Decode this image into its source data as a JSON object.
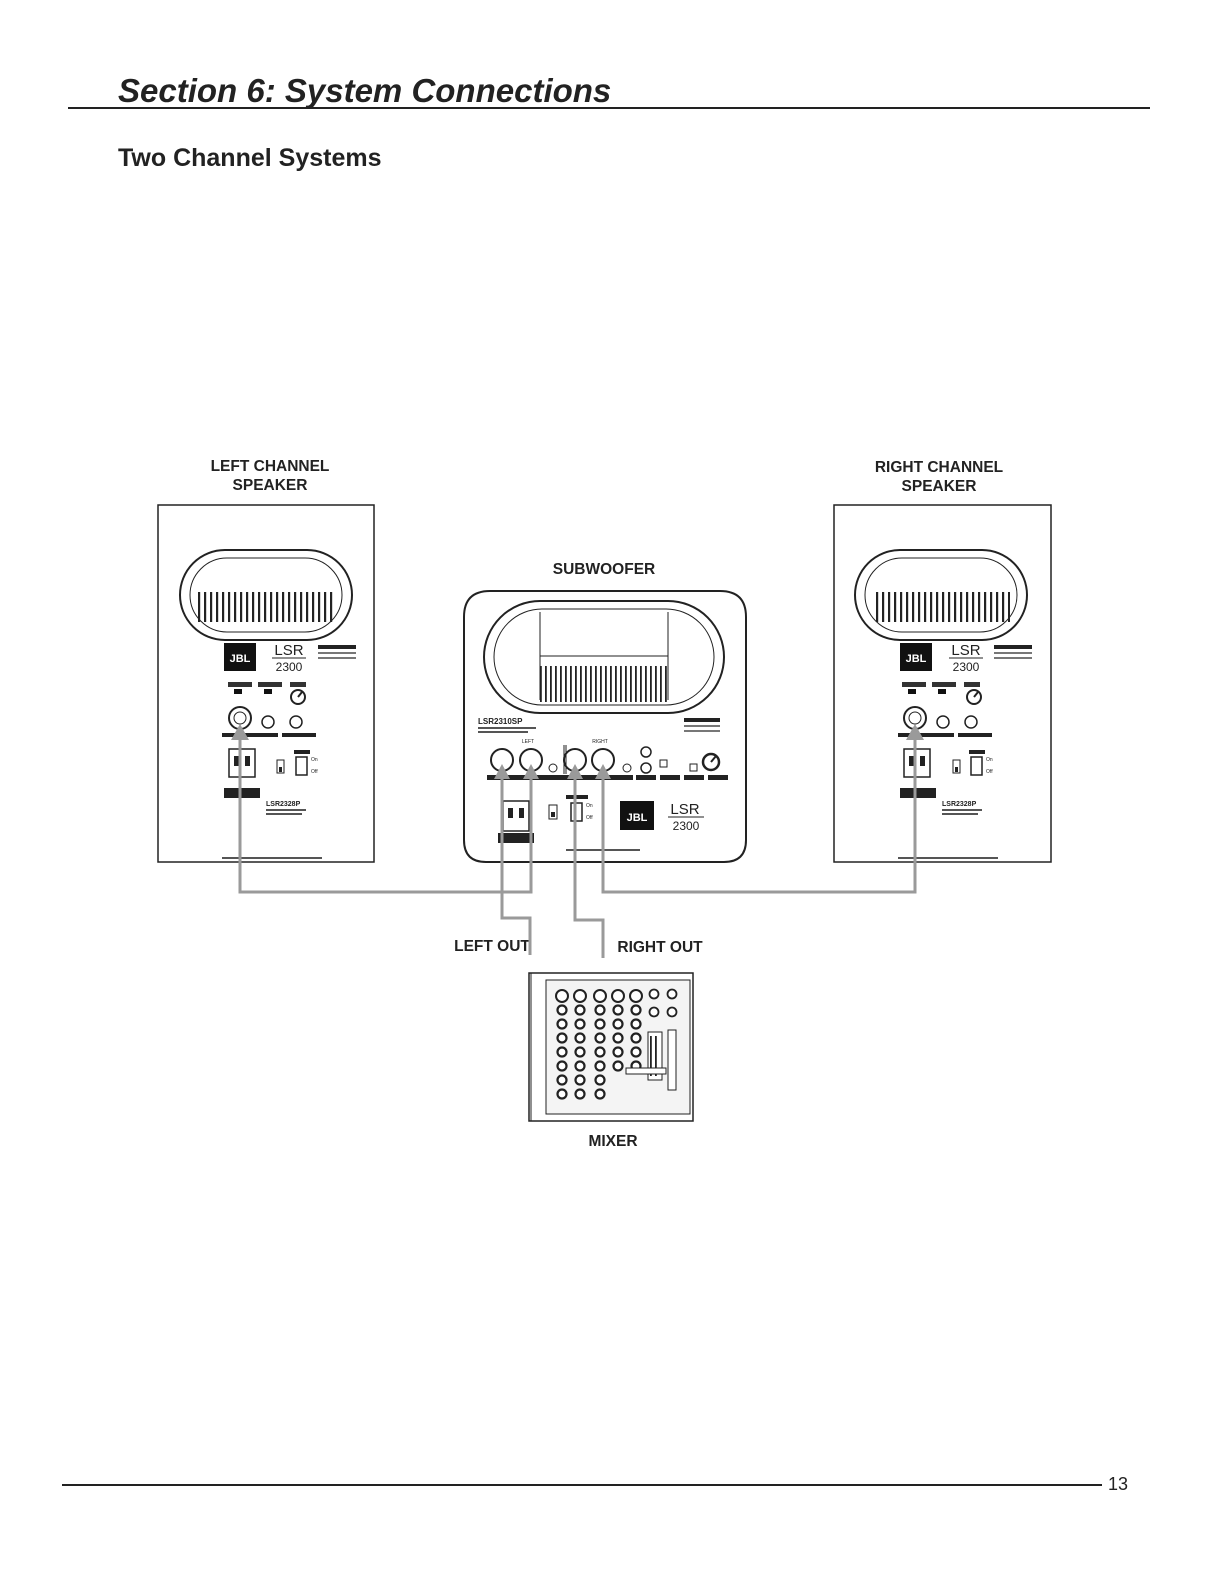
{
  "header": {
    "section_title": "Section 6: System Connections",
    "subsection_title": "Two Channel Systems"
  },
  "diagram": {
    "left_speaker": {
      "label_line1": "LEFT CHANNEL",
      "label_line2": "SPEAKER",
      "logo": "JBL",
      "series": "LSR",
      "series_number": "2300",
      "model": "LSR2328P",
      "switches": [
        "On",
        "Off"
      ]
    },
    "subwoofer": {
      "label": "SUBWOOFER",
      "model": "LSR2310SP",
      "logo": "JBL",
      "series": "LSR",
      "series_number": "2300",
      "input_left": "LEFT",
      "input_right": "RIGHT",
      "switches": [
        "On",
        "Off"
      ]
    },
    "right_speaker": {
      "label_line1": "RIGHT CHANNEL",
      "label_line2": "SPEAKER",
      "logo": "JBL",
      "series": "LSR",
      "series_number": "2300",
      "model": "LSR2328P",
      "switches": [
        "On",
        "Off"
      ]
    },
    "connections": {
      "left_out": "LEFT OUT",
      "right_out": "RIGHT OUT"
    },
    "mixer": {
      "label": "MIXER"
    }
  },
  "footer": {
    "page_number": "13"
  },
  "colors": {
    "cable": "#9a9a9a",
    "line": "#222222"
  }
}
